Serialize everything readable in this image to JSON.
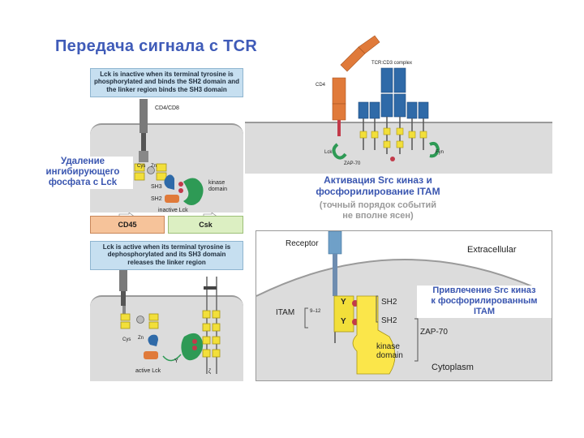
{
  "title": "Передача сигнала с TCR",
  "left_panel": {
    "inactive_note": [
      "Lck is inactive when its terminal tyrosine is",
      "phosphorylated and binds the SH2 domain and",
      "the linker region binds the SH3 domain"
    ],
    "coreceptor_label": "CD4/CD8",
    "cys_label": "Cys",
    "zn_label": "Zn",
    "sh3_label": "SH3",
    "sh2_label": "SH2",
    "kinase_domain_label": [
      "kinase",
      "domain"
    ],
    "inactive_lck_label": "inactive Lck",
    "cd45_label": "CD45",
    "csk_label": "Csk",
    "active_note": [
      "Lck is active when its terminal tyrosine is",
      "dephosphorylated and its SH3 domain",
      "releases the linker region"
    ],
    "active_lck_label": "active Lck",
    "y_label": "Y",
    "zeta_label": "ζ"
  },
  "callouts": {
    "removal": [
      "Удаление",
      "ингибирующего",
      "фосфата с Lck"
    ],
    "activation": [
      "Активация Src киназ и",
      "фосфорилирование ITAM"
    ],
    "activation_note": [
      "(точный порядок событий",
      "не вполне ясен)"
    ],
    "recruitment": [
      "Привлечение Src киназ",
      "к фосфорилированным",
      "ITAM"
    ]
  },
  "tcr_diagram": {
    "complex_label": "TCR:CD3 complex",
    "cd4_label": "CD4",
    "lck_label": "Lck",
    "fyn_label": "Fyn",
    "zap70_label": "ZAP-70"
  },
  "zap_panel": {
    "receptor_label": "Receptor",
    "extracellular_label": "Extracellular",
    "itam_label": "ITAM",
    "spacing_label": "9–12",
    "y_label": "Y",
    "sh2_label": "SH2",
    "zap70_label": "ZAP-70",
    "kinase_domain_label": [
      "kinase",
      "domain"
    ],
    "cytoplasm_label": "Cytoplasm"
  },
  "colors": {
    "title": "#3f5bb8",
    "callout": "#3a56b0",
    "note_gray": "#9a9a9a",
    "info_box": "#c6dff0",
    "cd45": "#f6c39a",
    "csk": "#dcefc2",
    "lck_orange": "#e07a3a",
    "sh3_blue": "#2f6aa8",
    "kinase_green": "#2e9a55",
    "itam_yellow": "#f2df3a",
    "phosphate_red": "#c23a4a",
    "membrane": "#dcdcdc"
  }
}
